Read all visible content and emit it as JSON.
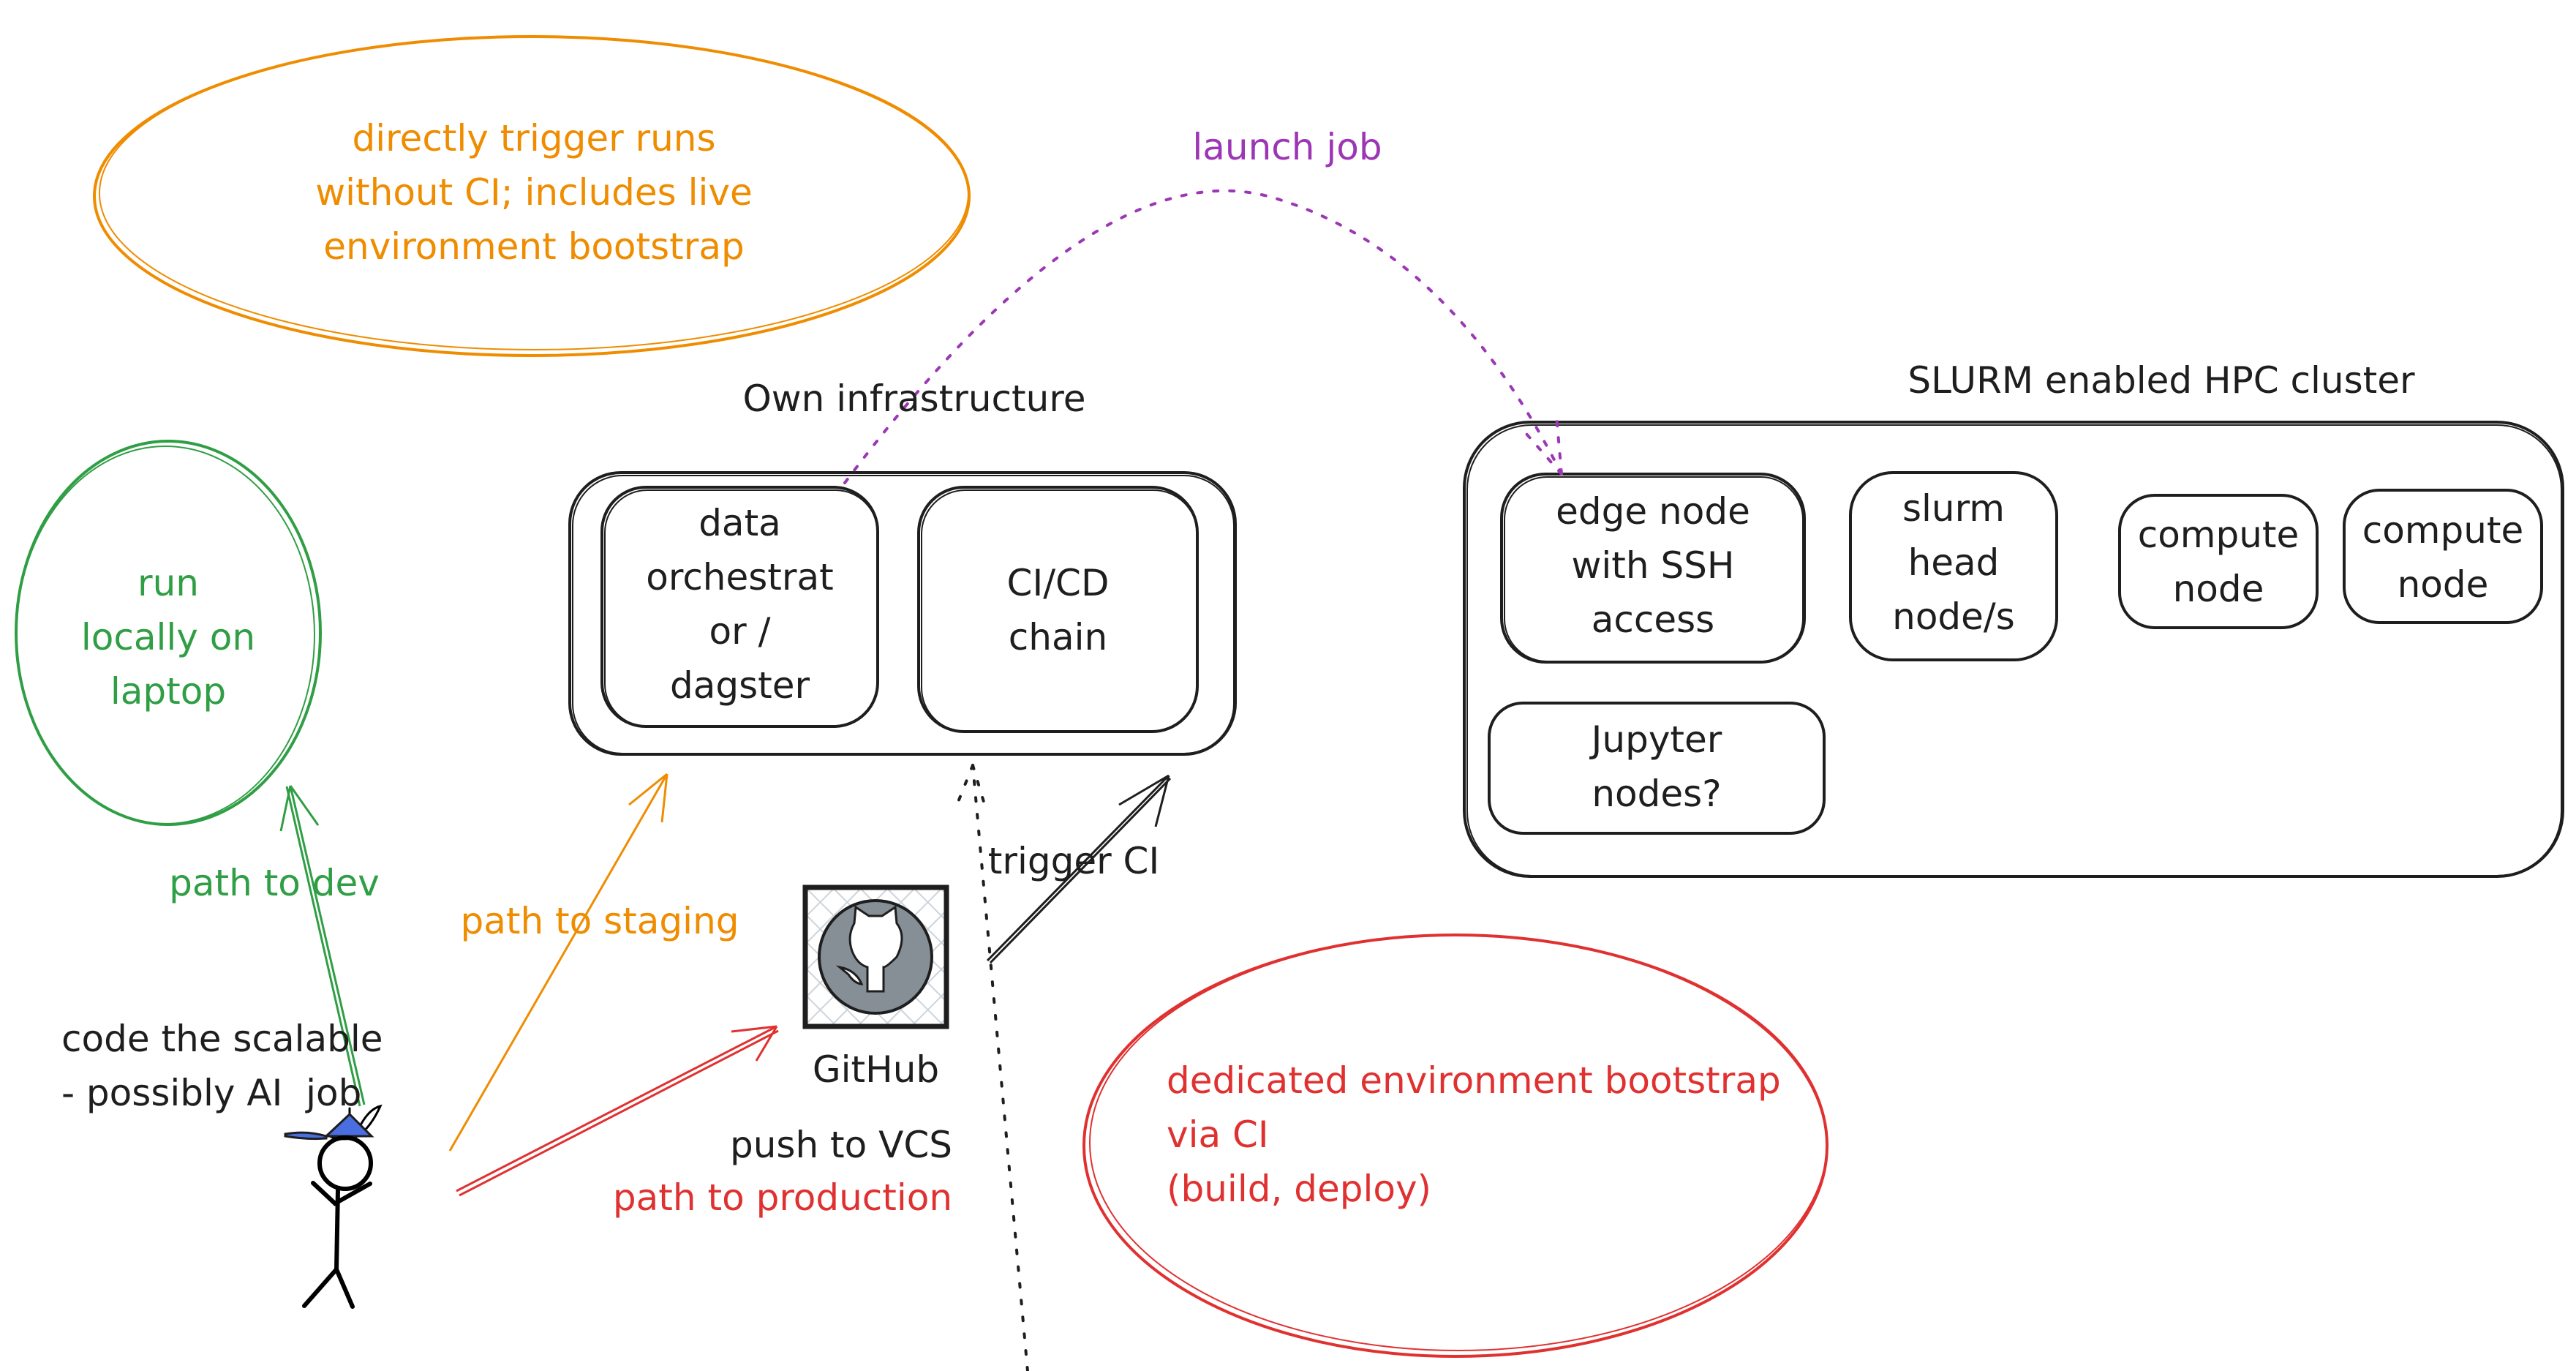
{
  "colors": {
    "orange": "#ef8c00",
    "green": "#2f9e44",
    "purple": "#9c36b5",
    "red": "#e03131",
    "black": "#1e1e1e",
    "hat_blue": "#4a6ee0",
    "github_gray": "#868e96"
  },
  "notes": {
    "direct_trigger": "directly trigger runs\nwithout CI; includes live\nenvironment bootstrap",
    "dedicated_bootstrap": "dedicated environment bootstrap\nvia CI\n(build, deploy)",
    "run_locally": "run\nlocally on\nlaptop"
  },
  "own_infrastructure": {
    "title": "Own infrastructure",
    "nodes": [
      {
        "label": "data\norchestrat\nor /\ndagster"
      },
      {
        "label": "CI/CD\nchain"
      }
    ]
  },
  "hpc_cluster": {
    "title": "SLURM enabled HPC cluster",
    "nodes": [
      {
        "label": "edge node\nwith SSH\naccess"
      },
      {
        "label": "slurm\nhead\nnode/s"
      },
      {
        "label": "compute\nnode"
      },
      {
        "label": "compute\nnode"
      },
      {
        "label": "Jupyter\nnodes?"
      }
    ]
  },
  "github": {
    "label": "GitHub",
    "icon": "github-octocat-icon"
  },
  "developer": {
    "label": "code the scalable\n- possibly AI  job",
    "icon": "stick-figure-propeller-hat-icon"
  },
  "arrows": {
    "launch_job": "launch job",
    "path_to_dev": "path to dev",
    "path_to_staging": "path to staging",
    "push_to_vcs": "push to VCS",
    "path_to_production": "path to production",
    "trigger_ci": "trigger CI"
  }
}
